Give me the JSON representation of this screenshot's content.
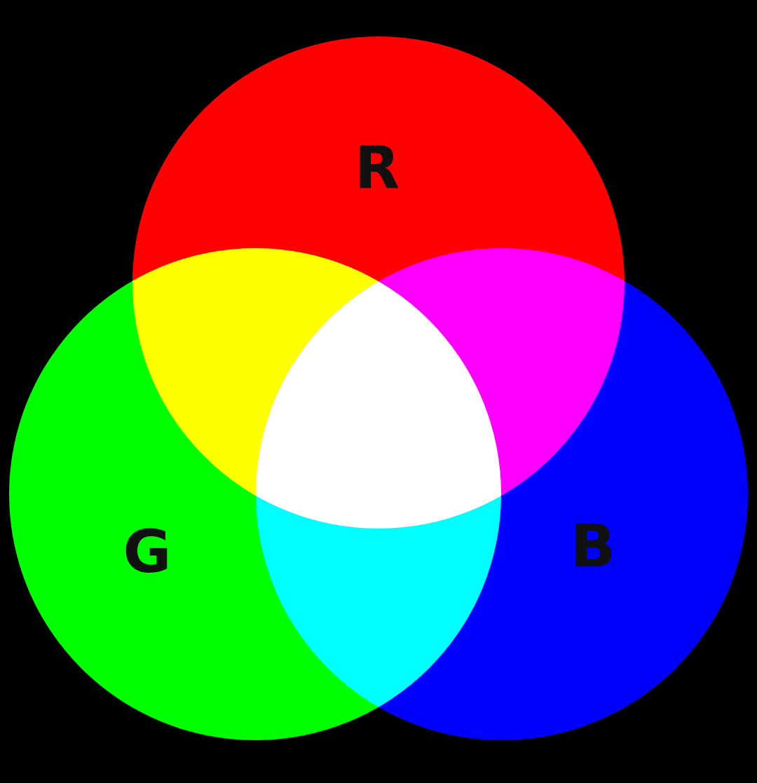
{
  "diagram": {
    "background": "#000000",
    "label_color": "#111111",
    "circles": [
      {
        "id": "red",
        "label": "R",
        "color": "#FF0000"
      },
      {
        "id": "green",
        "label": "G",
        "color": "#00FF00"
      },
      {
        "id": "blue",
        "label": "B",
        "color": "#0000FF"
      }
    ],
    "mixes": {
      "red_green": "#FFFF00",
      "red_blue": "#FF00FF",
      "green_blue": "#00FFFF",
      "all": "#FFFFFF"
    }
  }
}
